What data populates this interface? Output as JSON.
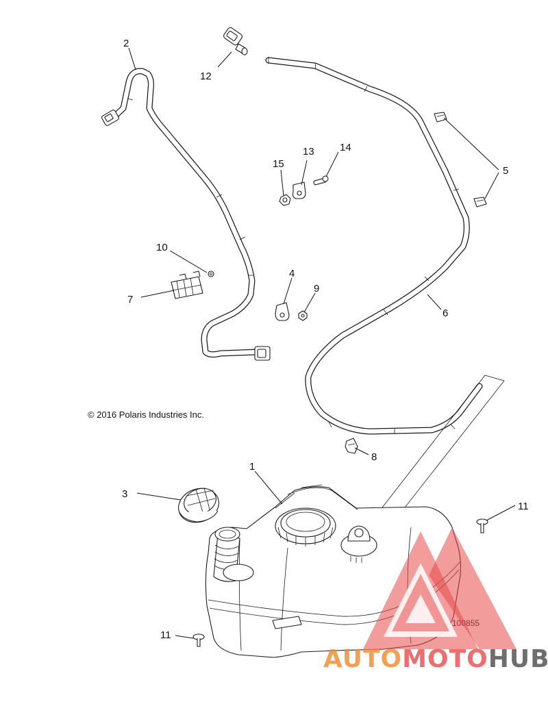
{
  "copyright": "© 2016 Polaris Industries Inc.",
  "drawing_number": "100855",
  "callouts": [
    {
      "id": "c1",
      "label": "1"
    },
    {
      "id": "c2",
      "label": "2"
    },
    {
      "id": "c3",
      "label": "3"
    },
    {
      "id": "c4",
      "label": "4"
    },
    {
      "id": "c5",
      "label": "5"
    },
    {
      "id": "c6",
      "label": "6"
    },
    {
      "id": "c7",
      "label": "7"
    },
    {
      "id": "c8",
      "label": "8"
    },
    {
      "id": "c9",
      "label": "9"
    },
    {
      "id": "c10",
      "label": "10"
    },
    {
      "id": "c11a",
      "label": "11"
    },
    {
      "id": "c11b",
      "label": "11"
    },
    {
      "id": "c12",
      "label": "12"
    },
    {
      "id": "c13",
      "label": "13"
    },
    {
      "id": "c14",
      "label": "14"
    },
    {
      "id": "c15",
      "label": "15"
    }
  ],
  "watermark": {
    "brand_part1": "AUTO",
    "brand_part2": "MOTO",
    "brand_part3": "HUB",
    "colors": {
      "auto": "#f08a2a",
      "moto": "#e84a4a",
      "hub": "#555555",
      "triangle": "#e84a4a"
    }
  }
}
